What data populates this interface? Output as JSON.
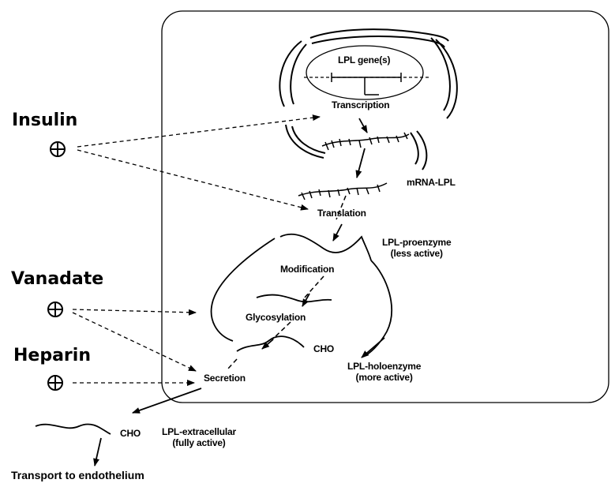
{
  "regulators": {
    "insulin": "Insulin",
    "vanadate": "Vanadate",
    "heparin": "Heparin"
  },
  "stimulation_symbol": "⊕",
  "gene": {
    "label": "LPL gene(s)"
  },
  "steps": {
    "transcription": "Transcription",
    "mrna": "mRNA-LPL",
    "translation": "Translation",
    "modification": "Modification",
    "glycosylation": "Glycosylation",
    "secretion": "Secretion",
    "transport": "Transport to endothelium"
  },
  "cho_inside": "CHO",
  "cho_outside": "CHO",
  "forms": {
    "proenzyme_line1": "LPL-proenzyme",
    "proenzyme_line2": "(less active)",
    "holoenzyme_line1": "LPL-holoenzyme",
    "holoenzyme_line2": "(more active)",
    "extracellular_line1": "LPL-extracellular",
    "extracellular_line2": "(fully active)"
  }
}
